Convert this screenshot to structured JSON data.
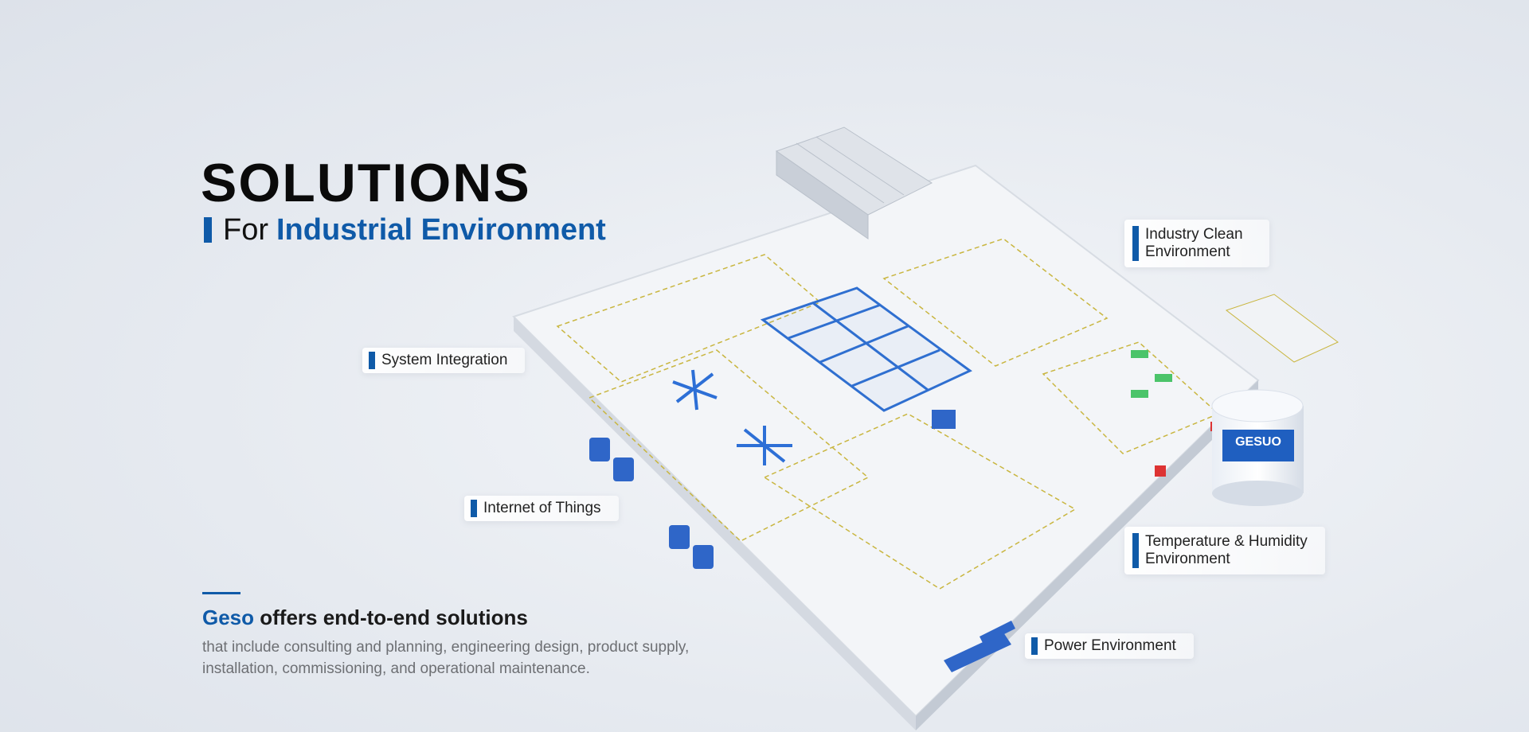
{
  "hero": {
    "title": "SOLUTIONS",
    "subtitle_prefix": "For",
    "subtitle_highlight": "Industrial Environment"
  },
  "intro": {
    "brand": "Geso",
    "heading_rest": " offers end-to-end solutions",
    "body": "that include consulting and planning, engineering design, product supply, installation, commissioning, and operational maintenance."
  },
  "tags": [
    {
      "label": "Industry Clean Environment"
    },
    {
      "label": "System Integration"
    },
    {
      "label": "Internet of Things"
    },
    {
      "label": "Temperature & Humidity Environment"
    },
    {
      "label": "Power Environment"
    }
  ],
  "illustration": {
    "tank_logo": "GESUO"
  },
  "colors": {
    "accent": "#0f5aa8",
    "background": "#e6eaf0"
  }
}
